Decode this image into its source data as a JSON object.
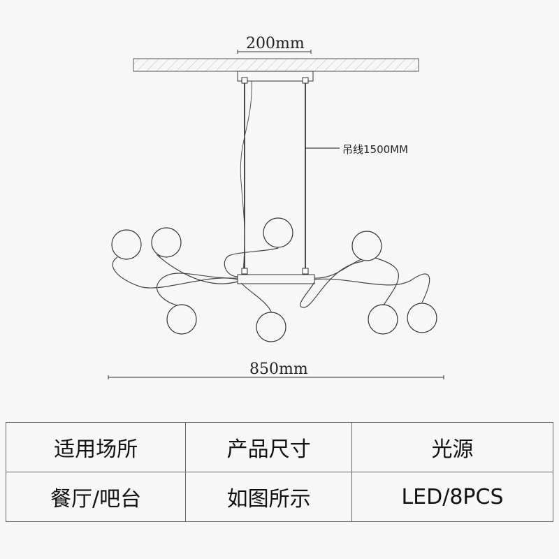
{
  "dimensions": {
    "canopy_width": "200mm",
    "cable_length": "吊线1500MM",
    "fixture_width": "850mm"
  },
  "spec_table": {
    "headers": [
      "适用场所",
      "产品尺寸",
      "光源"
    ],
    "values": [
      "餐厅/吧台",
      "如图所示",
      "LED/8PCS"
    ]
  }
}
